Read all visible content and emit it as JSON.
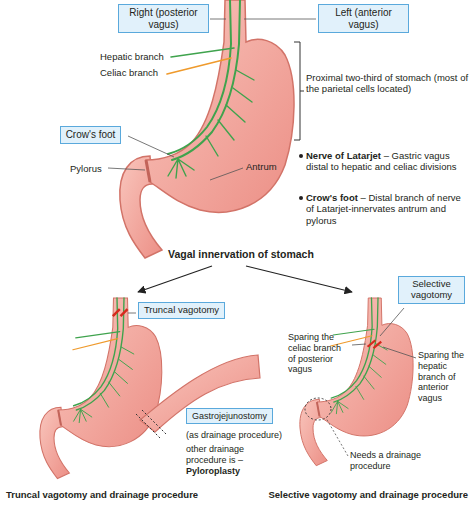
{
  "diagram": {
    "nodes": [
      {
        "text": [
          "Right (posterior vagus)"
        ]
      },
      {
        "text": [
          "Left (anterior vagus)"
        ]
      },
      {
        "text": [
          "Crow's foot"
        ]
      },
      {
        "text": [
          "Truncal vagotomy"
        ]
      },
      {
        "text": [
          "Gastrojejunostomy"
        ]
      },
      {
        "text": [
          "Selective vagotomy"
        ]
      }
    ],
    "labels": [
      "Hepatic branch",
      "Celiac branch",
      "Proximal two-third of stomach (most of the parietal cells located)",
      "Pylorus",
      "Antrum",
      "Nerve of Latarjet",
      "– Gastric vagus distal to hepatic and celiac divisions",
      "Crow's foot",
      "– Distal branch of nerve of Latarjet-innervates antrum and pylorus",
      "Vagal innervation of stomach",
      "Sparing the celiac branch of posterior vagus",
      "Sparing the hepatic branch of anterior vagus",
      "(as drainage procedure)",
      "other drainage procedure is –",
      "Pyloroplasty",
      "Needs a drainage procedure",
      "Truncal vagotomy and drainage procedure",
      "Selective vagotomy and drainage procedure"
    ]
  }
}
